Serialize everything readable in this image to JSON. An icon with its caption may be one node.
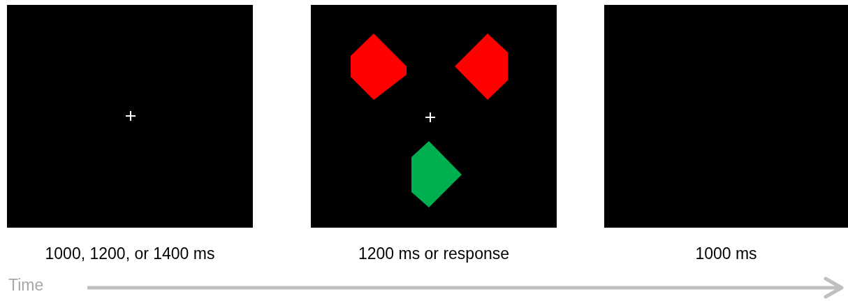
{
  "diagram": {
    "nodes": [
      {
        "text": [],
        "shape": "box",
        "beside": [
          "1000, 1200, or 1400 ms"
        ]
      },
      {
        "text": [],
        "shape": "box",
        "beside": [
          "1200 ms or response"
        ]
      },
      {
        "text": [],
        "shape": "box",
        "beside": [
          "1000 ms"
        ]
      }
    ],
    "edges": [],
    "labels": [
      "Time"
    ]
  }
}
